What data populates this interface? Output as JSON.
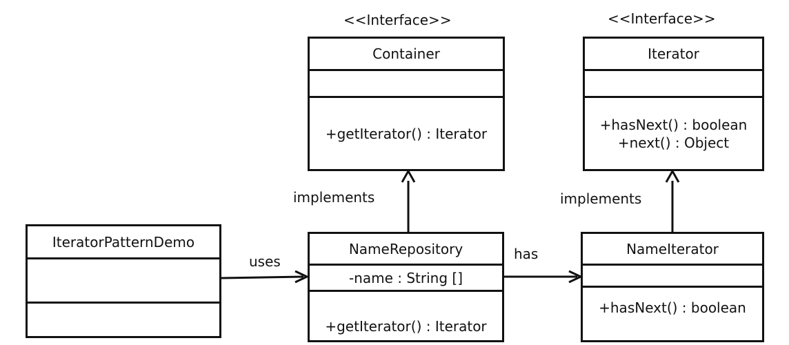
{
  "stereotypes": {
    "container": "<<Interface>>",
    "iterator": "<<Interface>>"
  },
  "classes": {
    "container": {
      "name": "Container",
      "attributes": [],
      "operations": [
        "+getIterator() : Iterator"
      ]
    },
    "iterator": {
      "name": "Iterator",
      "attributes": [],
      "operations": [
        "+hasNext() : boolean",
        "+next() : Object"
      ]
    },
    "demo": {
      "name": "IteratorPatternDemo",
      "attributes": [],
      "operations": []
    },
    "name_repository": {
      "name": "NameRepository",
      "attributes": [
        "-name : String []"
      ],
      "operations": [
        "+getIterator() : Iterator"
      ]
    },
    "name_iterator": {
      "name": "NameIterator",
      "attributes": [],
      "operations": [
        "+hasNext() : boolean"
      ]
    }
  },
  "relations": {
    "repo_implements": "implements",
    "iter_implements": "implements",
    "uses": "uses",
    "has": "has"
  },
  "colors": {
    "line": "#111111",
    "background": "#ffffff"
  }
}
